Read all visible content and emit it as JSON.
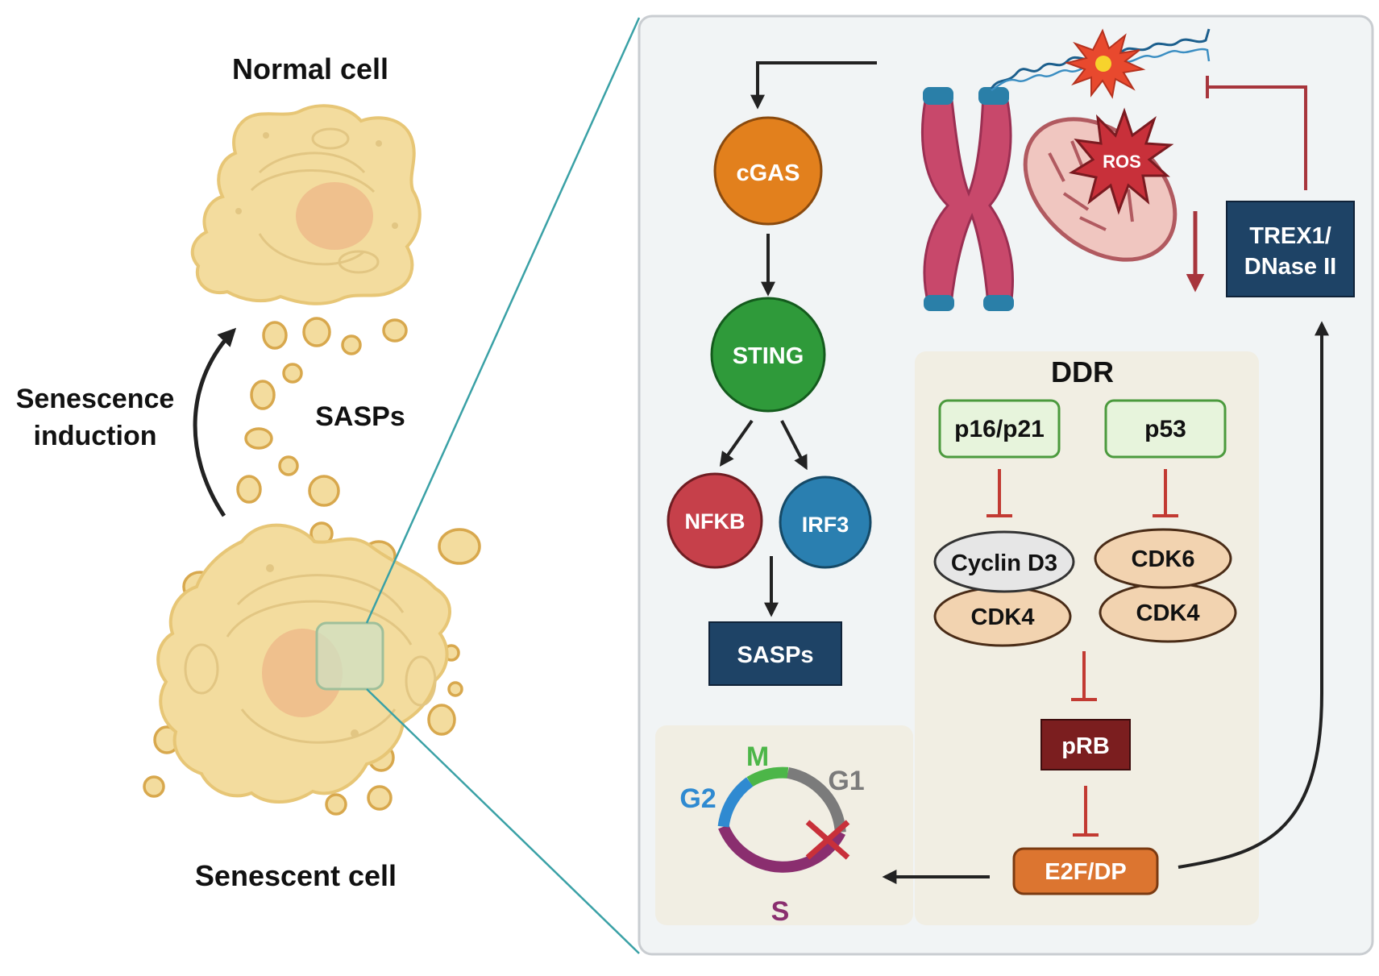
{
  "left": {
    "normal_cell_label": "Normal cell",
    "senescent_cell_label": "Senescent cell",
    "induction_line1": "Senescence",
    "induction_line2": "induction",
    "sasps_label": "SASPs"
  },
  "pathway": {
    "cgas": "cGAS",
    "sting": "STING",
    "nfkb": "NFKB",
    "irf3": "IRF3",
    "sasps_box": "SASPs"
  },
  "top_right": {
    "ros": "ROS",
    "trex1_line1": "TREX1/",
    "trex1_line2": "DNase II"
  },
  "ddr": {
    "title": "DDR",
    "p16_p21": "p16/p21",
    "p53": "p53",
    "cyclin_d3": "Cyclin D3",
    "cdk4_left": "CDK4",
    "cdk6": "CDK6",
    "cdk4_right": "CDK4",
    "prb": "pRB",
    "e2f_dp": "E2F/DP"
  },
  "cell_cycle": {
    "m": "M",
    "g1": "G1",
    "g2": "G2",
    "s": "S"
  },
  "colors": {
    "panel_bg": "#f1f4f5",
    "ddr_bg": "#f1eee3",
    "cgas": "#e2801d",
    "sting": "#2f9a3a",
    "nfkb": "#c6404a",
    "irf3": "#2a7fb0",
    "navy_box": "#1e4366",
    "inhibit_red": "#c23a32",
    "prb": "#7b1e1f",
    "e2f": "#dc7530",
    "cell_fill": "#f3dc9e",
    "nucleus": "#efc08d",
    "teal_line": "#3aa1a6",
    "phase_m": "#4cb648",
    "phase_g1": "#7b7b7b",
    "phase_g2": "#2f8ad1",
    "phase_s": "#8a2e6f"
  }
}
